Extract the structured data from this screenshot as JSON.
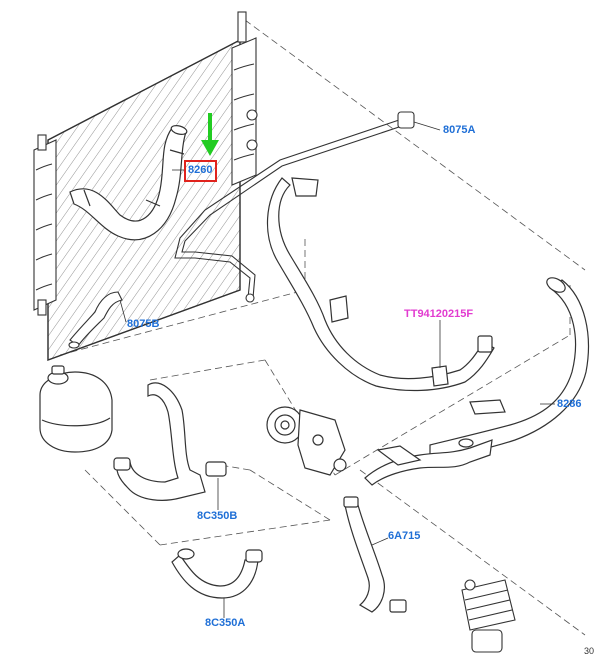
{
  "callouts": {
    "c8075a": "8075A",
    "c8260": "8260",
    "c8075b": "8075B",
    "ctt": "TT94120215F",
    "c8286": "8286",
    "c8c350b": "8C350B",
    "c6a715": "6A715",
    "c8c350a": "8C350A"
  },
  "page_number": "30",
  "colors": {
    "label_blue": "#1f6fd6",
    "label_magenta": "#e23bd0",
    "highlight_red": "#e0231d",
    "arrow_green": "#22cc22",
    "line": "#222222"
  }
}
